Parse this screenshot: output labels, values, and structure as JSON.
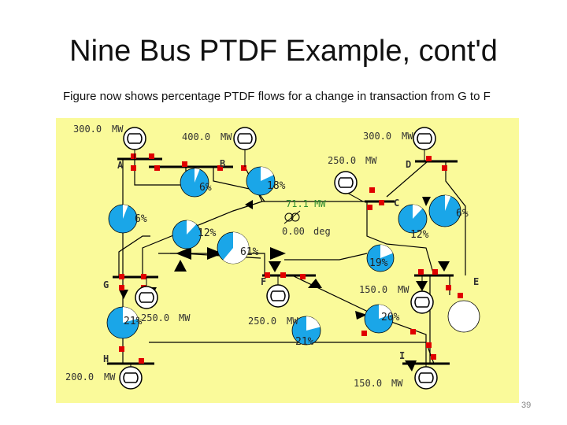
{
  "slide": {
    "title": "Nine Bus PTDF Example, cont'd",
    "subtitle": "Figure now shows percentage PTDF flows for a change in transaction from G to F",
    "page_number": "39"
  },
  "diagram": {
    "background": "#fafa9a",
    "line_color": "#000000",
    "breaker_color": "#e00000",
    "pie_fill": "#1aa6e8",
    "pie_bg": "#ffffff",
    "buses": [
      "A",
      "B",
      "C",
      "D",
      "E",
      "F",
      "G",
      "H",
      "I"
    ],
    "generators": [
      {
        "id": "gen-a",
        "label": "300.0",
        "unit": "MW"
      },
      {
        "id": "gen-b",
        "label": "400.0",
        "unit": "MW"
      },
      {
        "id": "gen-d",
        "label": "300.0",
        "unit": "MW"
      },
      {
        "id": "gen-c",
        "label": "250.0",
        "unit": "MW"
      },
      {
        "id": "gen-g",
        "label": "250.0",
        "unit": "MW"
      },
      {
        "id": "gen-f",
        "label": "250.0",
        "unit": "MW"
      },
      {
        "id": "gen-e",
        "label": "150.0",
        "unit": "MW"
      },
      {
        "id": "gen-h",
        "label": "200.0",
        "unit": "MW"
      },
      {
        "id": "gen-i",
        "label": "150.0",
        "unit": "MW"
      }
    ],
    "phase_shifter": {
      "mw": "71.1 MW",
      "deg": "0.00",
      "deg_unit": "deg"
    },
    "flows": [
      {
        "id": "pie-ab",
        "pct": "6%",
        "value": 6
      },
      {
        "id": "pie-bc",
        "pct": "18%",
        "value": 18
      },
      {
        "id": "pie-ag",
        "pct": "6%",
        "value": 6
      },
      {
        "id": "pie-bg",
        "pct": "12%",
        "value": 12
      },
      {
        "id": "pie-gf",
        "pct": "61%",
        "value": 61
      },
      {
        "id": "pie-cf",
        "pct": "19%",
        "value": 19
      },
      {
        "id": "pie-ce",
        "pct": "12%",
        "value": 12
      },
      {
        "id": "pie-de",
        "pct": "6%",
        "value": 6
      },
      {
        "id": "pie-gh",
        "pct": "21%",
        "value": 21
      },
      {
        "id": "pie-fi",
        "pct": "20%",
        "value": 20
      },
      {
        "id": "pie-hi",
        "pct": "21%",
        "value": 21
      },
      {
        "id": "pie-ei",
        "pct": "",
        "value": 0
      }
    ]
  }
}
